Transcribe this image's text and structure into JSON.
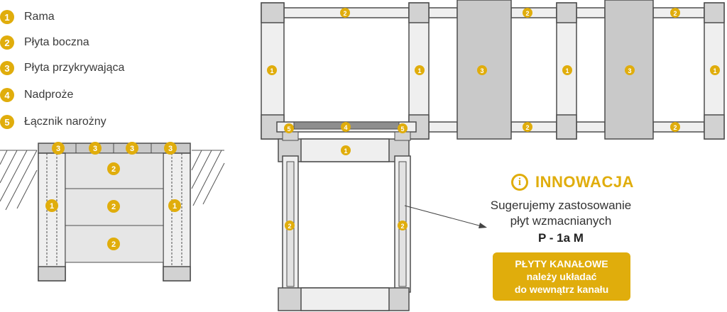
{
  "colors": {
    "accent": "#e0ad0c",
    "frame_light": "#efefef",
    "frame_dark": "#d2d2d2",
    "cover_plate": "#c9c9c9",
    "outline": "#4d4d4d"
  },
  "legend": [
    {
      "num": "1",
      "label": "Rama"
    },
    {
      "num": "2",
      "label": "Płyta boczna"
    },
    {
      "num": "3",
      "label": "Płyta przykrywająca"
    },
    {
      "num": "4",
      "label": "Nadproże"
    },
    {
      "num": "5",
      "label": "Łącznik narożny"
    }
  ],
  "section_markers": [
    "3",
    "3",
    "3",
    "3",
    "2",
    "2",
    "2",
    "1",
    "1"
  ],
  "plan_markers": [
    "2",
    "2",
    "2",
    "1",
    "1",
    "3",
    "1",
    "3",
    "1",
    "4",
    "5",
    "5",
    "2",
    "2",
    "1",
    "2",
    "2"
  ],
  "innovation": {
    "icon": "info-icon",
    "title": "INNOWACJA",
    "line1": "Sugerujemy zastosowanie",
    "line2": "płyt wzmacnianych",
    "model": "P - 1a M"
  },
  "notice": {
    "line1": "PŁYTY KANAŁOWE",
    "line2": "należy układać",
    "line3": "do wewnątrz kanału"
  }
}
